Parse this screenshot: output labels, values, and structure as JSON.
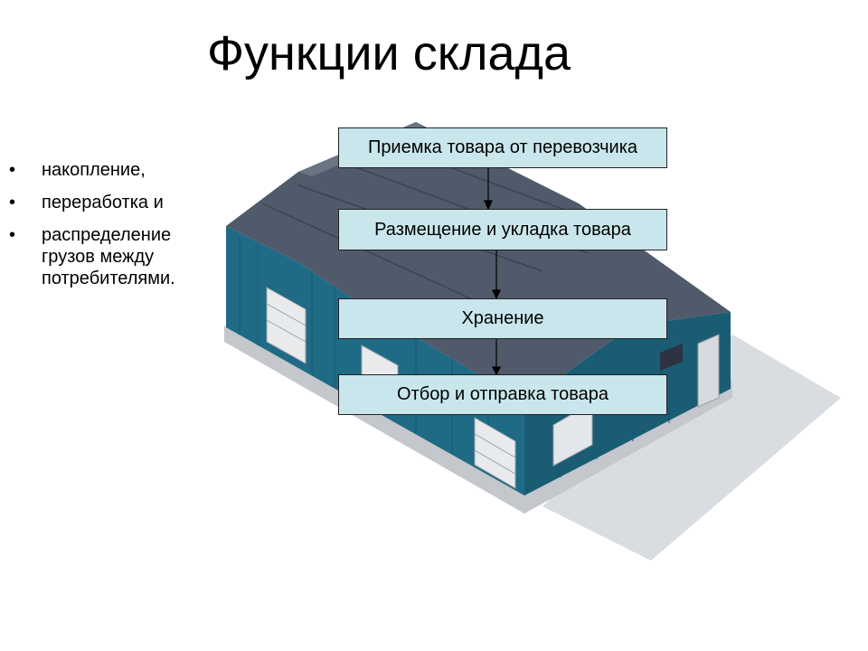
{
  "title": "Функции склада",
  "bullets": [
    "накопление,",
    "переработка и",
    "распределение грузов между потребителями."
  ],
  "flow_steps": [
    "Приемка товара от перевозчика",
    "Размещение и укладка товара",
    "Хранение",
    "Отбор и отправка товара"
  ],
  "colors": {
    "box_fill": "#c9e6ec",
    "wall": "#1f6a85",
    "roof": "#505a6a"
  }
}
